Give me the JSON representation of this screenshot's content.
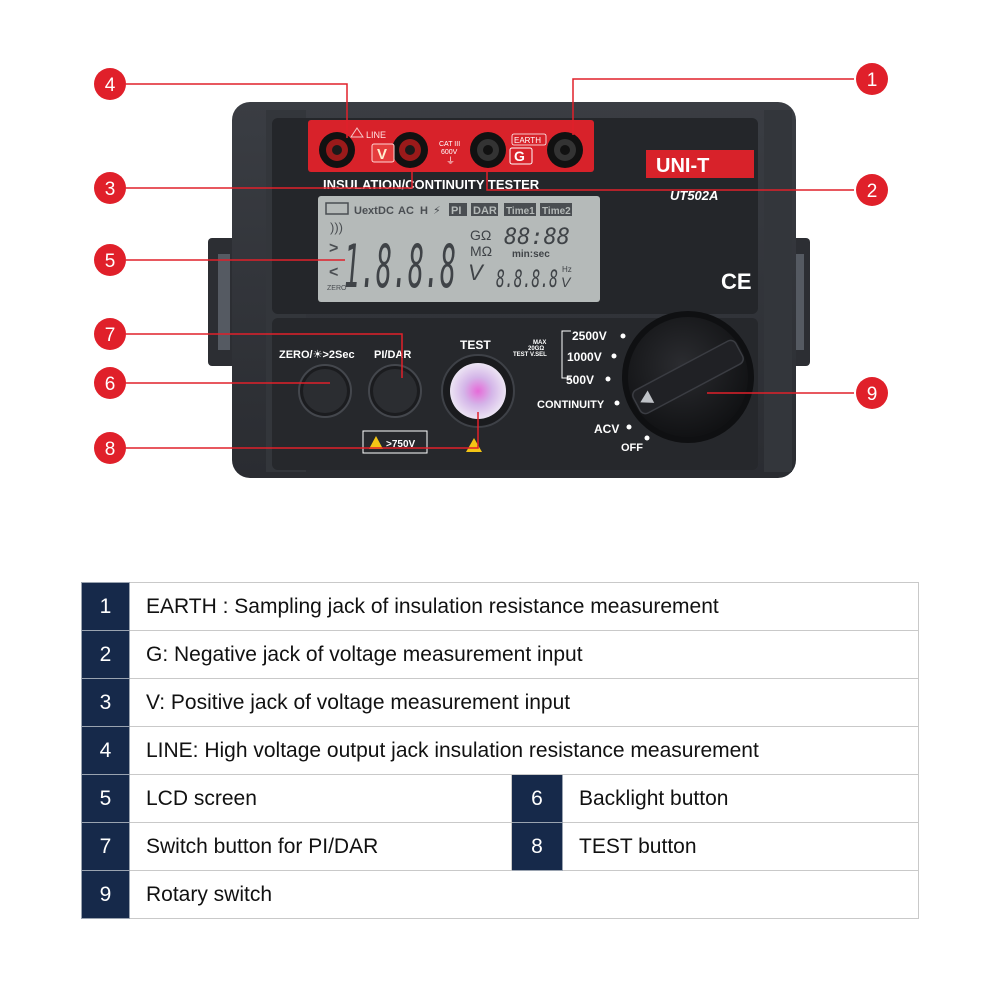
{
  "device": {
    "brand": "UNI-T",
    "model": "UT502A",
    "title_strip": "INSULATION/CONTINUITY TESTER",
    "jacks": {
      "line_tag": "LINE",
      "v_tag": "V",
      "g_tag": "G",
      "earth_tag": "EARTH",
      "cat_line1": "CAT III",
      "cat_line2": "600V"
    },
    "lcd": {
      "top_icons": [
        "Uext",
        "DC",
        "AC",
        "H",
        "PI",
        "DAR",
        "Time1",
        "Time2"
      ],
      "main_digits": "1.8.8.8",
      "main_unit_v": "V",
      "unit_gohm": "GΩ",
      "unit_mohm": "MΩ",
      "time_digits": "88:88",
      "min_sec": "min:sec",
      "sub_digits": "8.8.8.8",
      "sub_unit_v": "V",
      "hz": "Hz",
      "zero": "ZERO",
      "gt": ">",
      "lt": "<"
    },
    "ce_mark": "CE",
    "buttons": {
      "zero_label": "ZERO/☀>2Sec",
      "pidar_label": "PI/DAR",
      "test_label": "TEST",
      "warning_label": ">750V"
    },
    "rotary": {
      "max_note_1": "MAX",
      "max_note_2": "20GΩ",
      "max_note_3": "TEST V.SEL",
      "pos_2500": "2500V",
      "pos_1000": "1000V",
      "pos_500": "500V",
      "pos_continuity": "CONTINUITY",
      "pos_acv": "ACV",
      "pos_off": "OFF"
    }
  },
  "callouts": [
    "1",
    "2",
    "3",
    "4",
    "5",
    "6",
    "7",
    "8",
    "9"
  ],
  "legend": {
    "rows": [
      {
        "num": "1",
        "text": "EARTH :  Sampling jack of insulation resistance measurement"
      },
      {
        "num": "2",
        "text": "G: Negative jack of voltage measurement input"
      },
      {
        "num": "3",
        "text": "V: Positive jack of voltage measurement input"
      },
      {
        "num": "4",
        "text": "LINE: High voltage output jack insulation resistance measurement"
      },
      {
        "num": "5",
        "text": "LCD screen",
        "num2": "6",
        "text2": "Backlight button"
      },
      {
        "num": "7",
        "text": "Switch button for PI/DAR",
        "num2": "8",
        "text2": "TEST button"
      },
      {
        "num": "9",
        "text": "Rotary switch"
      }
    ]
  }
}
